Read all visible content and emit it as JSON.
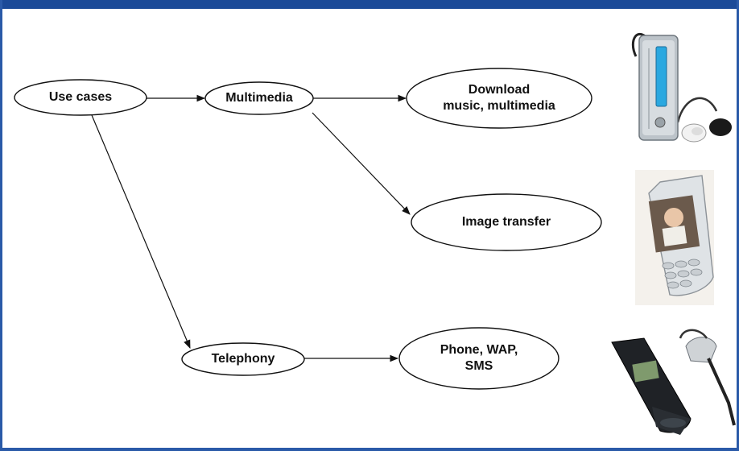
{
  "nodes": {
    "use_cases": "Use cases",
    "multimedia": "Multimedia",
    "download": "Download\nmusic, multimedia",
    "image_transfer": "Image transfer",
    "telephony": "Telephony",
    "phone_wap_sms": "Phone, WAP,\nSMS"
  },
  "edges": [
    {
      "from": "use_cases",
      "to": "multimedia"
    },
    {
      "from": "multimedia",
      "to": "download"
    },
    {
      "from": "multimedia",
      "to": "image_transfer"
    },
    {
      "from": "use_cases",
      "to": "telephony"
    },
    {
      "from": "telephony",
      "to": "phone_wap_sms"
    }
  ],
  "images": [
    "mp3-player-icon",
    "smartphone-icon",
    "flip-phone-headset-icon"
  ],
  "colors": {
    "frame": "#1b4a98",
    "stroke": "#111111"
  }
}
